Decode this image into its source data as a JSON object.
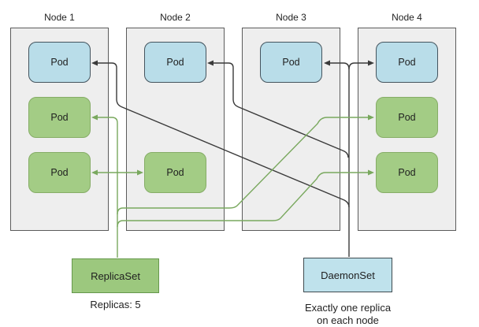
{
  "diagram": {
    "title": "",
    "nodes": [
      {
        "label": "Node 1",
        "pods": [
          {
            "label": "Pod",
            "type": "daemonset-pod"
          },
          {
            "label": "Pod",
            "type": "replicaset-pod"
          },
          {
            "label": "Pod",
            "type": "replicaset-pod"
          }
        ]
      },
      {
        "label": "Node 2",
        "pods": [
          {
            "label": "Pod",
            "type": "daemonset-pod"
          },
          {
            "label": "Pod",
            "type": "replicaset-pod"
          }
        ]
      },
      {
        "label": "Node 3",
        "pods": [
          {
            "label": "Pod",
            "type": "daemonset-pod"
          }
        ]
      },
      {
        "label": "Node 4",
        "pods": [
          {
            "label": "Pod",
            "type": "daemonset-pod"
          },
          {
            "label": "Pod",
            "type": "replicaset-pod"
          },
          {
            "label": "Pod",
            "type": "replicaset-pod"
          }
        ]
      }
    ],
    "replicaset": {
      "label": "ReplicaSet",
      "caption": "Replicas: 5"
    },
    "daemonset": {
      "label": "DaemonSet",
      "caption_line1": "Exactly one replica",
      "caption_line2": "on each node"
    },
    "colors": {
      "node_fill": "#eeeeee",
      "node_border": "#5b5b5b",
      "daemonset_pod_fill": "#b9dde9",
      "daemonset_pod_border": "#44545e",
      "replicaset_pod_fill": "#a3cc85",
      "replicaset_pod_border": "#86ad67",
      "replicaset_box_fill": "#9cc87e",
      "replicaset_box_border": "#66984c",
      "daemonset_box_fill": "#bfe2ec",
      "daemonset_box_border": "#3f4b50",
      "daemonset_connector": "#3a3a3a",
      "replicaset_connector": "#79a85e",
      "text": "#1f1f1f"
    }
  }
}
